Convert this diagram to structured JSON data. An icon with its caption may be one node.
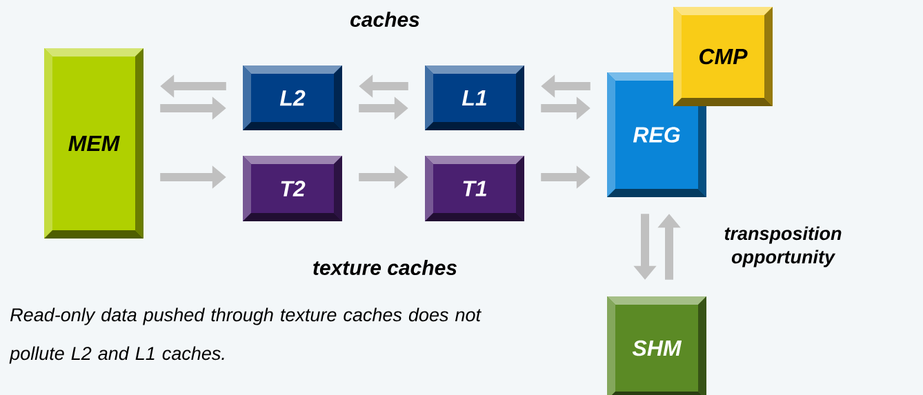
{
  "diagram": {
    "nodes": [
      {
        "text": [
          "MEM"
        ]
      },
      {
        "text": [
          "L2"
        ]
      },
      {
        "text": [
          "L1"
        ]
      },
      {
        "text": [
          "T2"
        ]
      },
      {
        "text": [
          "T1"
        ]
      },
      {
        "text": [
          "REG"
        ]
      },
      {
        "text": [
          "CMP"
        ]
      },
      {
        "text": [
          "SHM"
        ]
      }
    ],
    "edges": [
      {
        "from": 1,
        "to": 0,
        "arrow": "to"
      },
      {
        "from": 0,
        "to": 1,
        "arrow": "to"
      },
      {
        "from": 2,
        "to": 1,
        "arrow": "to"
      },
      {
        "from": 1,
        "to": 2,
        "arrow": "to"
      },
      {
        "from": 5,
        "to": 2,
        "arrow": "to"
      },
      {
        "from": 2,
        "to": 5,
        "arrow": "to"
      },
      {
        "from": 0,
        "to": 3,
        "arrow": "to"
      },
      {
        "from": 3,
        "to": 4,
        "arrow": "to"
      },
      {
        "from": 4,
        "to": 5,
        "arrow": "to"
      },
      {
        "from": 5,
        "to": 7,
        "arrow": "to"
      },
      {
        "from": 7,
        "to": 5,
        "arrow": "to"
      }
    ],
    "labels": [
      "caches",
      "texture caches",
      "transposition opportunity",
      "Read-only data pushed through texture caches does not pollute L2 and L1 caches."
    ]
  }
}
